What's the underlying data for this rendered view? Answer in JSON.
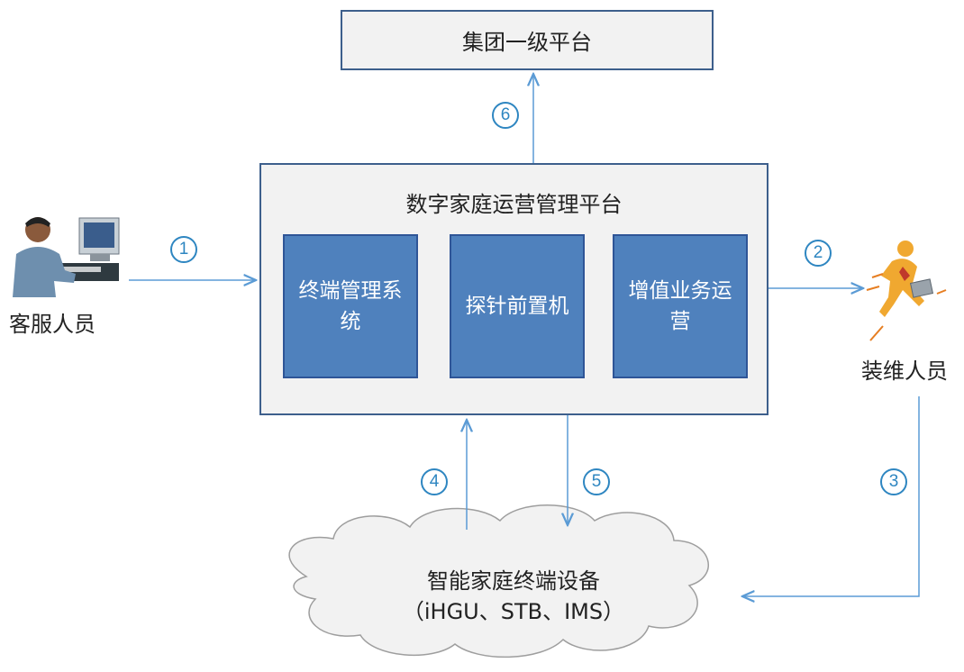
{
  "top_platform": "集团一级平台",
  "main_platform": {
    "title": "数字家庭运营管理平台",
    "modules": [
      "终端管理系统",
      "探针前置机",
      "增值业务运营"
    ]
  },
  "actors": {
    "customer_service": "客服人员",
    "installer": "装维人员"
  },
  "cloud": {
    "line1": "智能家庭终端设备",
    "line2": "（iHGU、STB、IMS）"
  },
  "steps": [
    "1",
    "2",
    "3",
    "4",
    "5",
    "6"
  ],
  "colors": {
    "arrow": "#5b9bd5",
    "module_fill": "#4f81bd",
    "step_circle": "#2e86c1"
  }
}
